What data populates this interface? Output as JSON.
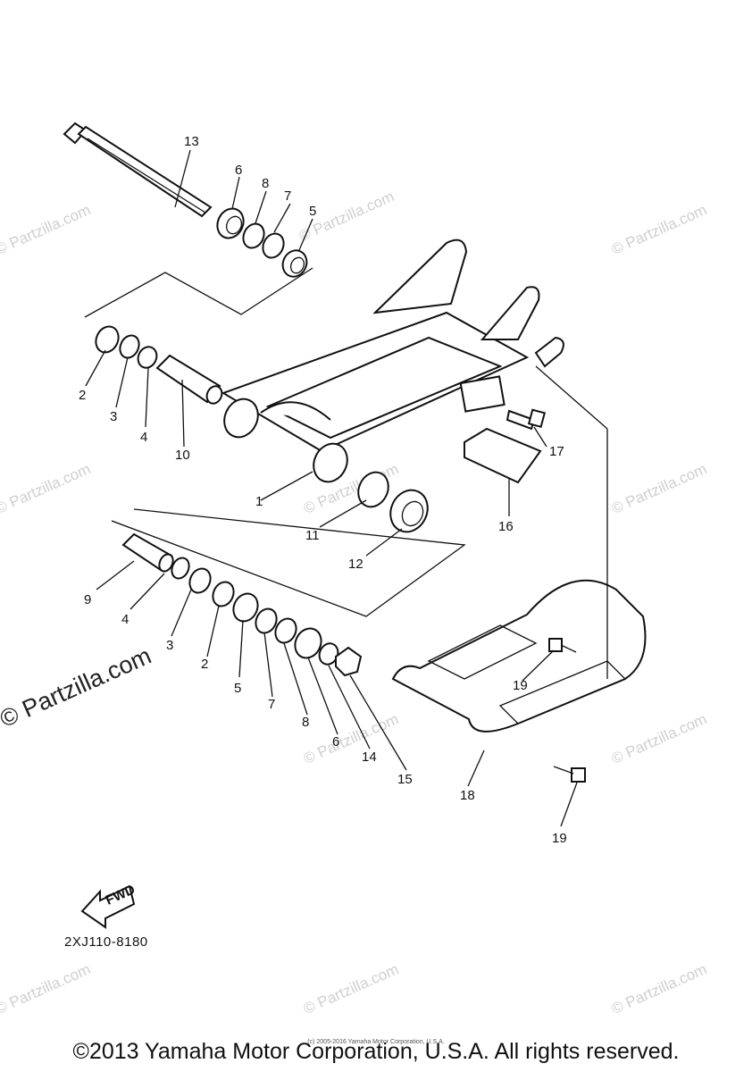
{
  "watermarks": {
    "small": "© Partzilla.com",
    "large": "© Partzilla.com"
  },
  "callouts": [
    "13",
    "6",
    "8",
    "7",
    "5",
    "2",
    "3",
    "4",
    "10",
    "1",
    "11",
    "12",
    "16",
    "17",
    "9",
    "4",
    "3",
    "2",
    "5",
    "7",
    "8",
    "6",
    "14",
    "15",
    "19",
    "18",
    "19"
  ],
  "diagram_code": "2XJ110-8180",
  "fwd_label": "FWD",
  "copyright": "©2013 Yamaha Motor Corporation, U.S.A. All rights reserved.",
  "tiny_copyright": "(c) 2005-2016 Yamaha Motor Corporation, U.S.A."
}
